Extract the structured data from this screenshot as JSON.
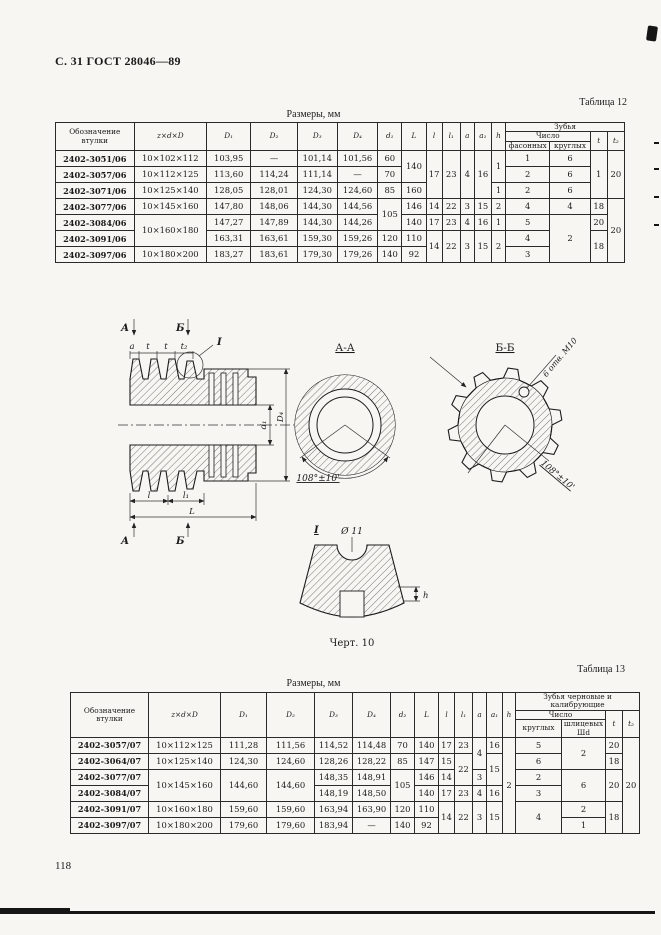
{
  "page": {
    "header": "С. 31 ГОСТ 28046—89",
    "number": "118"
  },
  "t12": {
    "label": "Таблица 12",
    "title": "Размеры, мм",
    "h": {
      "obozn": "Обозначение втулки",
      "zxd": "z×d×D",
      "D1": "D₁",
      "D2": "D₂",
      "D3": "D₃",
      "D4": "D₄",
      "d1": "d₁",
      "L": "L",
      "l": "l",
      "l1": "l₁",
      "a": "a",
      "a1": "a₁",
      "h": "h",
      "zubya": "Зубья",
      "chislo": "Число",
      "c1": "фасонных",
      "c2": "круглых",
      "t": "t",
      "t2": "t₂"
    },
    "rows": [
      [
        "2402-3051/06",
        "10×102×112",
        "103,95",
        "—",
        "101,14",
        "101,56",
        "60",
        "140",
        "17",
        "23",
        "4",
        "16",
        "1",
        "1",
        "6",
        "1",
        "20"
      ],
      [
        "2402-3057/06",
        "10×112×125",
        "113,60",
        "114,24",
        "111,14",
        "—",
        "70",
        "2",
        "6"
      ],
      [
        "2402-3071/06",
        "10×125×140",
        "128,05",
        "128,01",
        "124,30",
        "124,60",
        "85",
        "160",
        "1",
        "2",
        "6"
      ],
      [
        "2402-3077/06",
        "10×145×160",
        "147,80",
        "148,06",
        "144,30",
        "144,56",
        "105",
        "146",
        "14",
        "22",
        "3",
        "15",
        "2",
        "4",
        "4",
        "18",
        "20"
      ],
      [
        "2402-3084/06",
        "10×160×180",
        "147,27",
        "147,89",
        "144,30",
        "144,26",
        "140",
        "17",
        "23",
        "4",
        "16",
        "1",
        "5",
        "2",
        "20"
      ],
      [
        "2402-3091/06",
        "163,31",
        "163,61",
        "159,30",
        "159,26",
        "120",
        "110",
        "14",
        "22",
        "3",
        "15",
        "2",
        "4",
        "18"
      ],
      [
        "2402-3097/06",
        "10×180×200",
        "183,27",
        "183,61",
        "179,30",
        "179,26",
        "140",
        "92",
        "3"
      ]
    ]
  },
  "t13": {
    "label": "Таблица 13",
    "title": "Размеры, мм",
    "h": {
      "obozn": "Обозначение втулки",
      "zxd": "z×d×D",
      "D1": "D₁",
      "D2": "D₂",
      "D3": "D₃",
      "D4": "D₄",
      "d2": "d₂",
      "L": "L",
      "l": "l",
      "l1": "l₁",
      "a": "a",
      "a1": "a₁",
      "h": "h",
      "zubya": "Зубья черновые и калибрующие",
      "chislo": "Число",
      "c1": "круглых",
      "c2": "шлицевых Шd",
      "t": "t",
      "t2": "t₂"
    },
    "rows": [
      [
        "2402-3057/07",
        "10×112×125",
        "111,28",
        "111,56",
        "114,52",
        "114,48",
        "70",
        "140",
        "17",
        "23",
        "4",
        "16",
        "2",
        "5",
        "2",
        "20",
        "20"
      ],
      [
        "2402-3064/07",
        "10×125×140",
        "124,30",
        "124,60",
        "128,26",
        "128,22",
        "85",
        "147",
        "15",
        "22",
        "15",
        "6",
        "18"
      ],
      [
        "2402-3077/07",
        "10×145×160",
        "144,60",
        "144,60",
        "148,35",
        "148,91",
        "105",
        "146",
        "14",
        "3",
        "2",
        "6",
        "20"
      ],
      [
        "2402-3084/07",
        "148,19",
        "148,50",
        "140",
        "17",
        "23",
        "4",
        "16",
        "3"
      ],
      [
        "2402-3091/07",
        "10×160×180",
        "159,60",
        "159,60",
        "163,94",
        "163,90",
        "120",
        "110",
        "14",
        "22",
        "3",
        "15",
        "4",
        "2",
        "18"
      ],
      [
        "2402-3097/07",
        "10×180×200",
        "179,60",
        "179,60",
        "183,94",
        "—",
        "140",
        "92",
        "1"
      ]
    ]
  },
  "drawing": {
    "sec_a": "А",
    "sec_b": "Б",
    "view_aa": "А-А",
    "view_bb": "Б-Б",
    "angle_aa": "108°±10'",
    "angle_bb": "108°±10'",
    "holes": "6 отв. М10",
    "detail_mark": "I",
    "detail_label": "I",
    "dia": "Ø 11",
    "dim_a": "a",
    "dim_t1": "t",
    "dim_t2": "t",
    "dim_t_2": "t₂",
    "dim_d1": "d₁",
    "dim_D4": "D₄",
    "dim_l": "l",
    "dim_l1": "l₁",
    "dim_L": "L",
    "dim_h": "h",
    "caption": "Черт. 10"
  }
}
